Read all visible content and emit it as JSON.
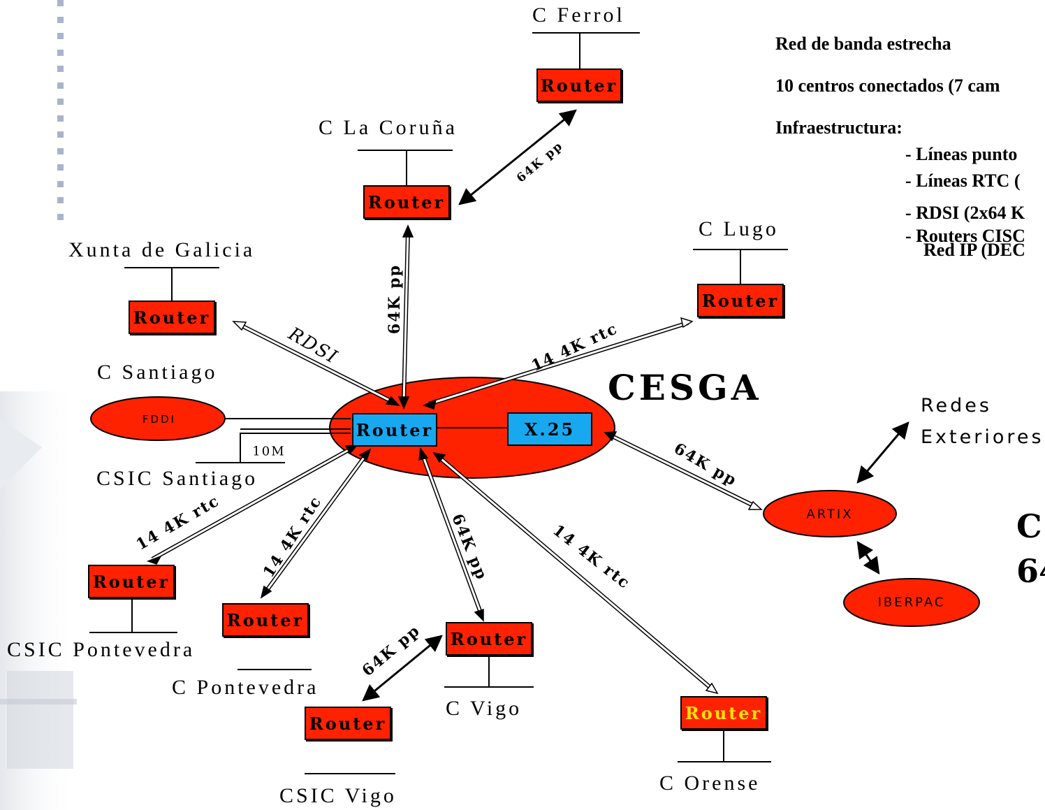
{
  "labels": {
    "c_ferrol": "C Ferrol",
    "c_la_coruna": "C La Coruña",
    "xunta": "Xunta de Galicia",
    "c_lugo": "C Lugo",
    "c_santiago": "C Santiago",
    "csic_santiago": "CSIC Santiago",
    "csic_pontevedra": "CSIC Pontevedra",
    "c_pontevedra": "C Pontevedra",
    "c_vigo": "C Vigo",
    "csic_vigo": "CSIC Vigo",
    "c_orense": "C Orense",
    "redes": "Redes",
    "exteriores": "Exteriores",
    "cesga": "CESGA"
  },
  "routers": {
    "label": "Router"
  },
  "nodes": {
    "x25": "X.25",
    "fddi": "FDDI",
    "artix": "ARTIX",
    "iberpac": "IBERPAC",
    "ten_m": "10M"
  },
  "links": {
    "ferrol": "64K pp",
    "coruna": "64K pp",
    "rdsi": "RDSI",
    "lugo": "14 4K rtc",
    "artix": "64K pp",
    "csic_pontevedra": "14 4K rtc",
    "c_pontevedra": "14 4K rtc",
    "vigo": "64K pp",
    "orense": "14 4K rtc",
    "pontevedra_vigo": "64K pp"
  },
  "info": {
    "line1": "Red de banda estrecha",
    "line2": "10 centros conectados (7 cam",
    "line3": "Infraestructura:",
    "item1": "- Líneas punto",
    "item2": "- Líneas RTC (",
    "item3": "- RDSI (2x64 K",
    "item4": "- Routers CISC",
    "item5": "Red IP (DEC"
  },
  "side": {
    "line1": "C",
    "line2": "64"
  },
  "colors": {
    "router_red": "#ff2200",
    "ellipse_red": "#ff2200",
    "x25_blue": "#18a8f0",
    "bullet": "#aab4c8"
  }
}
